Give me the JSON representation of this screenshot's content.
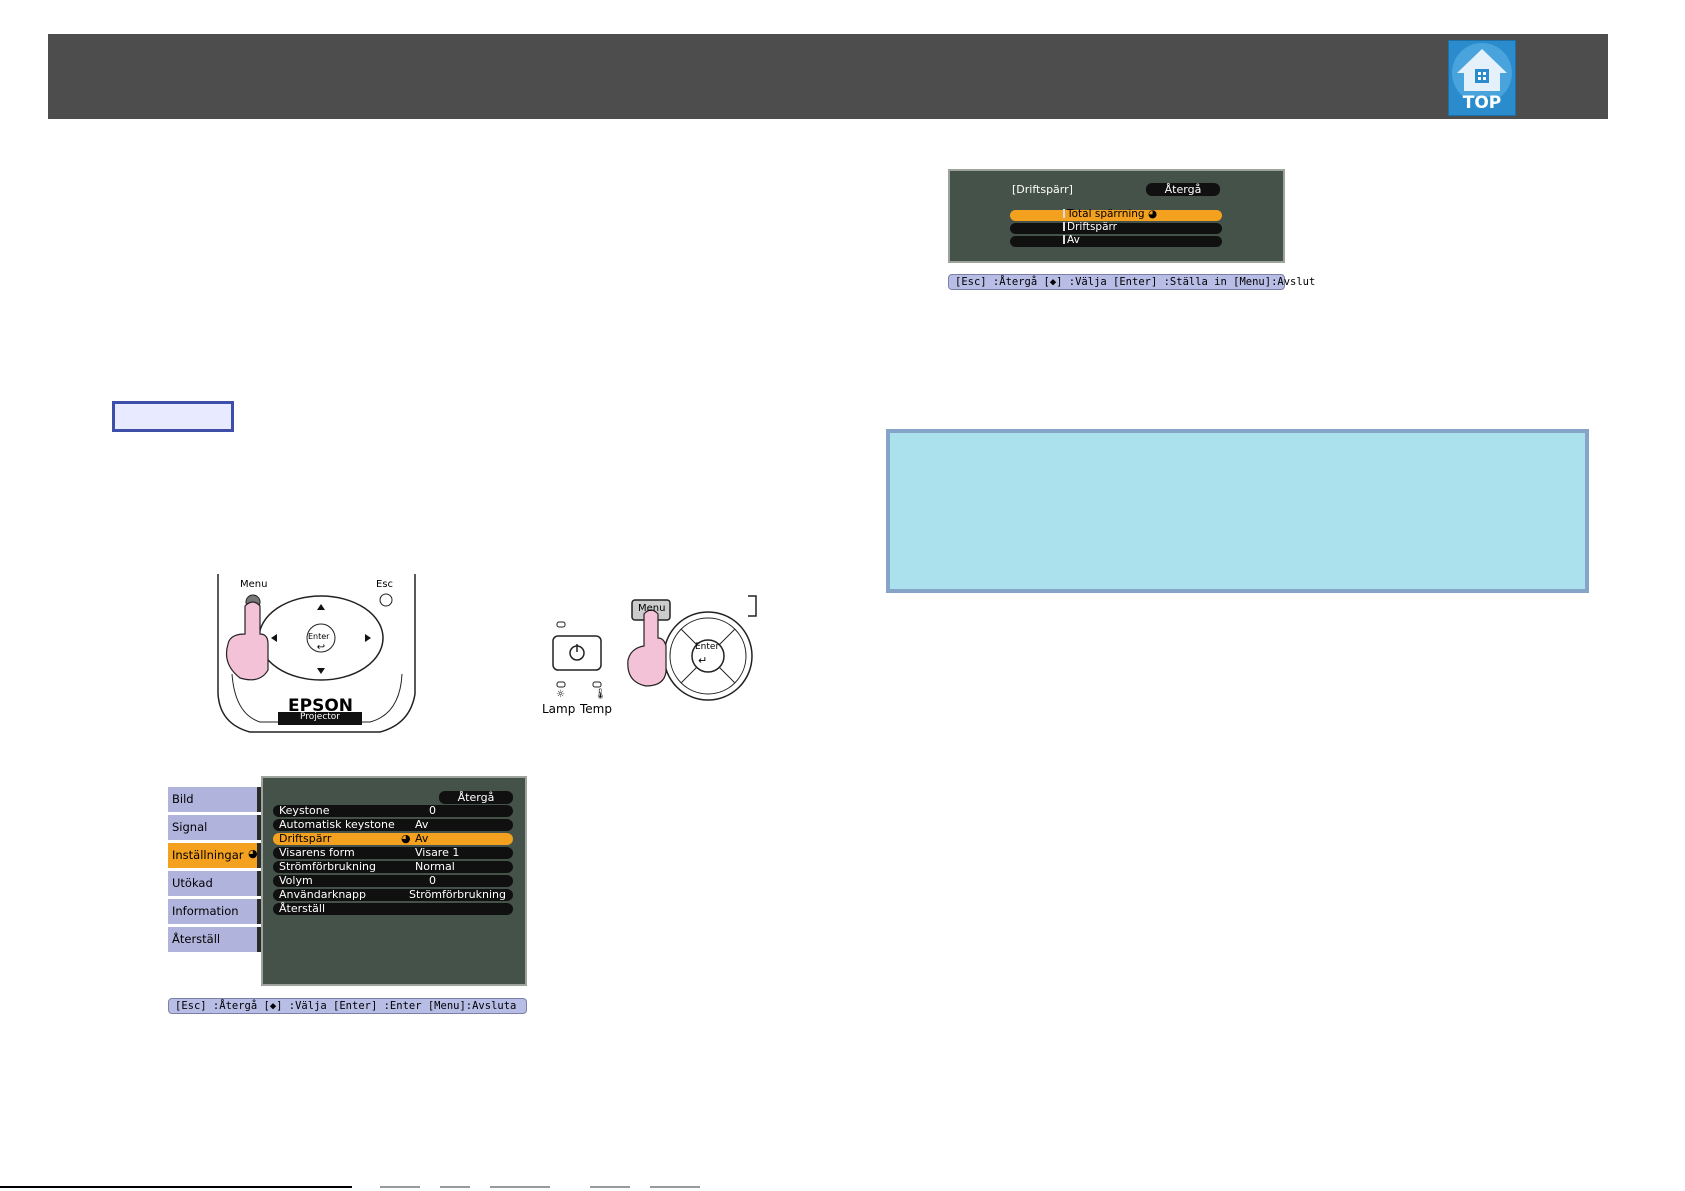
{
  "header": {
    "top_label": "TOP"
  },
  "drift_menu": {
    "title": "[Driftspärr]",
    "back_label": "Återgå",
    "options": [
      "Total spärrning",
      "Driftspärr",
      "Av"
    ],
    "status": "[Esc] :Återgå [◆] :Välja [Enter] :Ställa in [Menu]:Avslut"
  },
  "remote": {
    "menu_label": "Menu",
    "esc_label": "Esc",
    "enter_label": "Enter",
    "brand": "EPSON",
    "model": "Projector"
  },
  "control_panel": {
    "menu_label": "Menu",
    "enter_label": "Enter",
    "lamp_label": "Lamp",
    "temp_label": "Temp"
  },
  "settings_menu": {
    "sidebar": [
      "Bild",
      "Signal",
      "Inställningar",
      "Utökad",
      "Information",
      "Återställ"
    ],
    "back_label": "Återgå",
    "rows": [
      {
        "key": "Keystone",
        "value": "0"
      },
      {
        "key": "Automatisk keystone",
        "value": "Av"
      },
      {
        "key": "Driftspärr",
        "value": "Av"
      },
      {
        "key": "Visarens form",
        "value": "Visare 1"
      },
      {
        "key": "Strömförbrukning",
        "value": "Normal"
      },
      {
        "key": "Volym",
        "value": "0"
      },
      {
        "key": "Användarknapp",
        "value": "Strömförbrukning"
      },
      {
        "key": "Återställ",
        "value": ""
      }
    ],
    "status": "[Esc] :Återgå [◆] :Välja [Enter] :Enter  [Menu]:Avsluta"
  },
  "colors": {
    "header": "#4d4d4d",
    "highlight": "#f3a11f",
    "note_bg": "#aae1ec",
    "osd_bg": "#445249",
    "sidebar": "#b0b4dc"
  }
}
